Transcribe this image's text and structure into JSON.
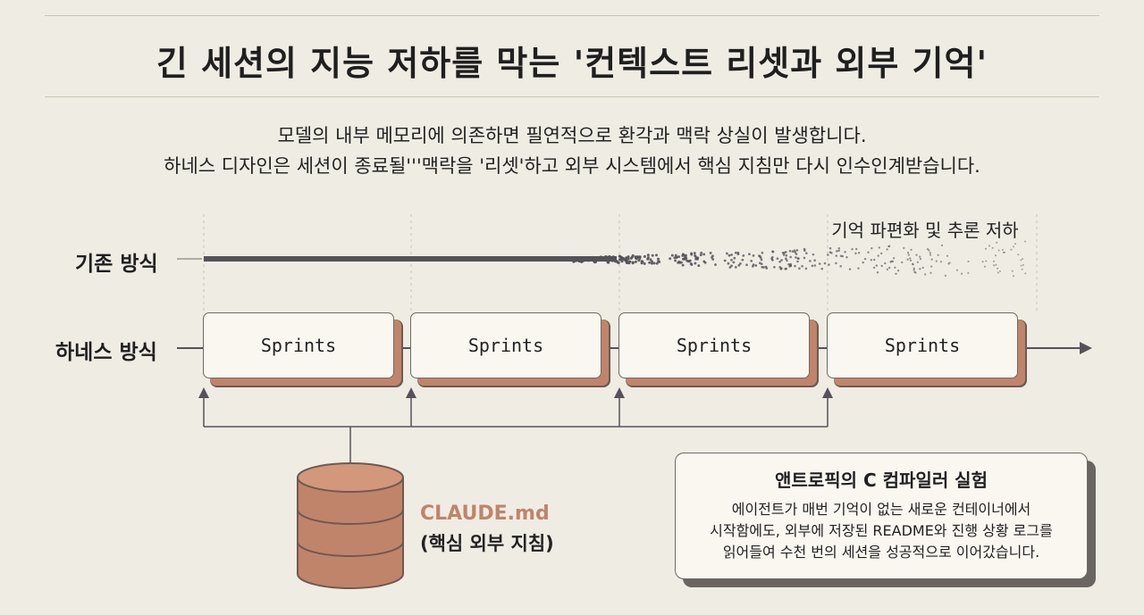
{
  "header": {
    "title": "긴 세션의 지능 저하를 막는 '컨텍스트 리셋과 외부 기억'",
    "subtitle_line1": "모델의 내부 메모리에 의존하면 필연적으로 환각과 맥락 상실이 발생합니다.",
    "subtitle_line2": "하네스 디자인은 세션이 종료될'''맥락을 '리셋'하고 외부 시스템에서 핵심 지침만 다시 인수인계받습니다."
  },
  "rows": {
    "legacy_label": "기존 방식",
    "harness_label": "하네스 방식",
    "fragmentation_label": "기억 파편화 및 추론 저하"
  },
  "sprints": [
    "Sprints",
    "Sprints",
    "Sprints",
    "Sprints"
  ],
  "memory": {
    "name": "CLAUDE.md",
    "description": "(핵심 외부 지침)"
  },
  "note": {
    "title": "앤트로픽의 C 컴파일러 실험",
    "lines": [
      "에이전트가 매번 기억이 없는 새로운 컨테이너에서",
      "시작함에도, 외부에 저장된 README와 진행 상황 로그를",
      "읽어들여 수천 번의 세션을 성공적으로 이어갔습니다."
    ]
  },
  "colors": {
    "background": "#efece3",
    "accent": "#c0846a",
    "line": "#55525a"
  }
}
